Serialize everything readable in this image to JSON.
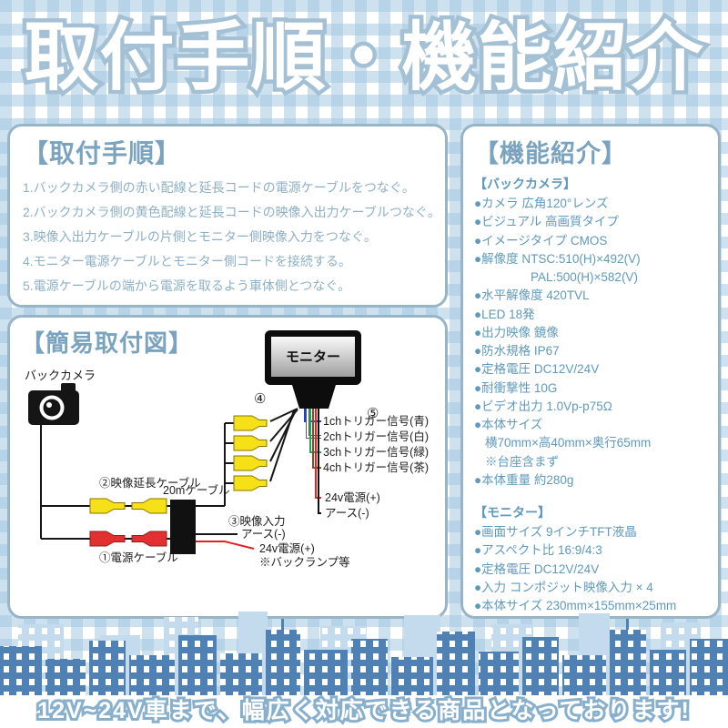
{
  "title": "取付手順・機能紹介",
  "install": {
    "heading": "【取付手順】",
    "steps": [
      "1.バックカメラ側の赤い配線と延長コードの電源ケーブルをつなぐ。",
      "2.バックカメラ側の黄色配線と延長コードの映像入出力ケーブルつなぐ。",
      "3.映像入出力ケーブルの片側とモニター側映像入力をつなぐ。",
      "4.モニター電源ケーブルとモニター側コードを接続する。",
      "5.電源ケーブルの端から電源を取るよう車体側とつなぐ。"
    ]
  },
  "diagram": {
    "heading": "【簡易取付図】",
    "camera_label": "バックカメラ",
    "monitor_label": "モニター",
    "num4": "④",
    "num5": "⑤",
    "wire_labels": [
      "1chトリガー信号(青)",
      "2chトリガー信号(白)",
      "3chトリガー信号(緑)",
      "4chトリガー信号(茶)",
      "24v電源(+)",
      "アース(-)"
    ],
    "video_ext_label": "②映像延長ケーブル",
    "cable_label": "20mケーブル",
    "video_in_label": "③映像入力",
    "earth_label": "アース(-)",
    "power_label": "24v電源(+)",
    "backlamp_note": "※バックランプ等",
    "power_cable_label": "①電源ケーブル"
  },
  "features": {
    "heading": "【機能紹介】",
    "camera_section_label": "【バックカメラ】",
    "camera_specs": [
      {
        "text": "●カメラ 広角120°レンズ",
        "indent": 0
      },
      {
        "text": "●ビジュアル 高画質タイプ",
        "indent": 0
      },
      {
        "text": "●イメージタイプ CMOS",
        "indent": 0
      },
      {
        "text": "●解像度 NTSC:510(H)×492(V)",
        "indent": 0
      },
      {
        "text": "PAL:500(H)×582(V)",
        "indent": 2
      },
      {
        "text": "●水平解像度 420TVL",
        "indent": 0
      },
      {
        "text": "●LED 18発",
        "indent": 0
      },
      {
        "text": "●出力映像 鏡像",
        "indent": 0
      },
      {
        "text": "●防水規格 IP67",
        "indent": 0
      },
      {
        "text": "●定格電圧 DC12V/24V",
        "indent": 0
      },
      {
        "text": "●耐衝撃性 10G",
        "indent": 0
      },
      {
        "text": "●ビデオ出力 1.0Vp-p75Ω",
        "indent": 0
      },
      {
        "text": "●本体サイズ",
        "indent": 0
      },
      {
        "text": "横70mm×高40mm×奥行65mm",
        "indent": 1
      },
      {
        "text": "※台座含まず",
        "indent": 1
      },
      {
        "text": "●本体重量 約280g",
        "indent": 0
      }
    ],
    "monitor_section_label": "【モニター】",
    "monitor_specs": [
      {
        "text": "●画面サイズ 9インチTFT液晶",
        "indent": 0
      },
      {
        "text": "●アスペクト比 16:9/4:3",
        "indent": 0
      },
      {
        "text": "●定格電圧 DC12V/24V",
        "indent": 0
      },
      {
        "text": "●入力 コンポジット映像入力 × 4",
        "indent": 0
      },
      {
        "text": "●本体サイズ 230mm×155mm×25mm",
        "indent": 0
      }
    ]
  },
  "footer": {
    "text": "12V~24V車まで、幅広く対応できる商品となっております!"
  },
  "colors": {
    "accent_outline": "#a4c0d4",
    "panel_border": "#98b5c8",
    "spec_text": "#5f9abc",
    "building_dark": "#4f81b5",
    "building_light": "#c3dbec",
    "plug_yellow": "#f6e017",
    "plug_red": "#e23030"
  }
}
